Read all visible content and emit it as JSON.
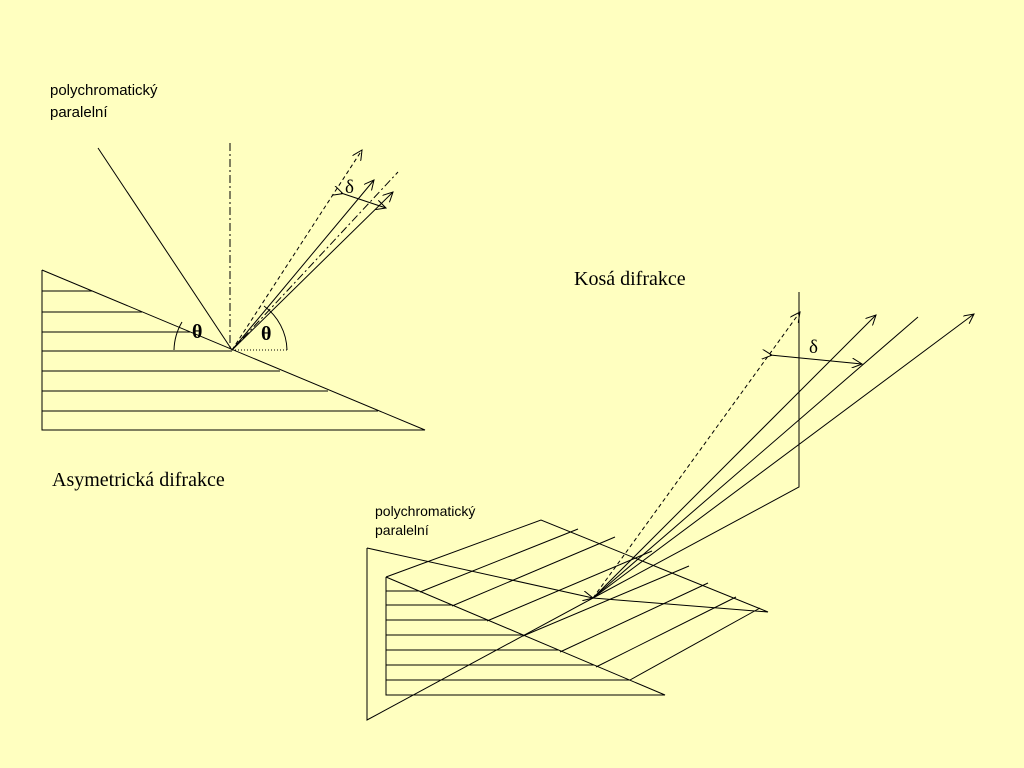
{
  "colors": {
    "background": "#ffffc0",
    "line": "#000000"
  },
  "figure_left": {
    "beam_label_line1": "polychromatický",
    "beam_label_line2": "paralelní",
    "angle_symbol": "θ",
    "spread_symbol": "δ",
    "caption": "Asymetrická difrakce"
  },
  "figure_right": {
    "title": "Kosá difrakce",
    "beam_label_line1": "polychromatický",
    "beam_label_line2": "paralelní",
    "spread_symbol": "δ"
  }
}
